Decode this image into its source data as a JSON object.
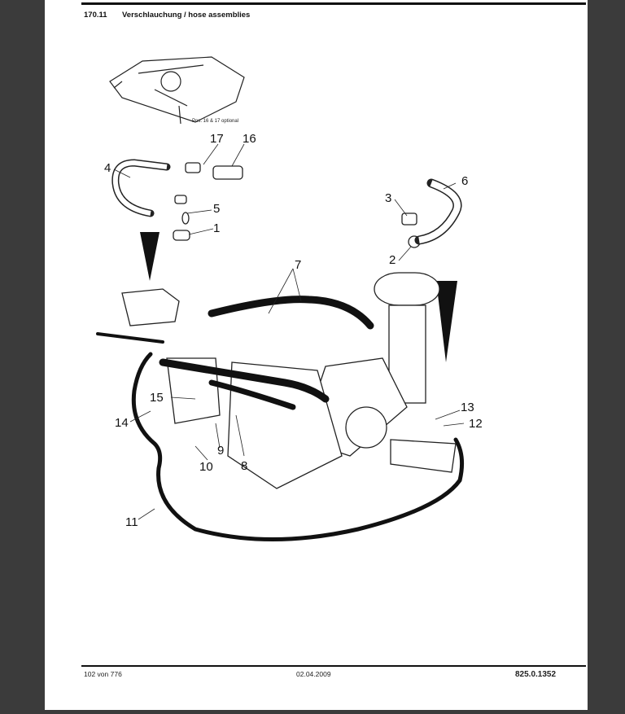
{
  "header": {
    "section": "170.11",
    "title": "Verschlauchung / hose assemblies"
  },
  "drawing": {
    "note": "Pos. 16 & 17 optional",
    "callouts": [
      "1",
      "2",
      "3",
      "4",
      "5",
      "6",
      "7",
      "8",
      "9",
      "10",
      "11",
      "12",
      "13",
      "14",
      "15",
      "16",
      "17"
    ]
  },
  "footer": {
    "page": "102 von 776",
    "date": "02.04.2009",
    "doc_number": "825.0.1352"
  }
}
